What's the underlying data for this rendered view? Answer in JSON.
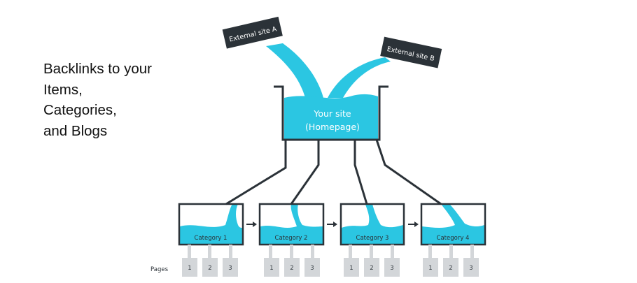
{
  "side_text": {
    "lines": [
      "Backlinks to your",
      "Items,",
      "Categories,",
      "and Blogs"
    ]
  },
  "diagram": {
    "external_sites": [
      "External site A",
      "External site B"
    ],
    "main_site": {
      "line1": "Your site",
      "line2": "(Homepage)"
    },
    "categories": [
      "Category 1",
      "Category 2",
      "Category 3",
      "Category 4"
    ],
    "pages_label": "Pages",
    "page_numbers": [
      "1",
      "2",
      "3"
    ],
    "colors": {
      "water": "#2bc6e2",
      "water_light": "#3dd0ea",
      "outline": "#2b3238",
      "dark_box": "#2b3238",
      "page_box": "#d3d6d9",
      "page_text": "#3a4046",
      "label_text": "#2b3238"
    }
  }
}
